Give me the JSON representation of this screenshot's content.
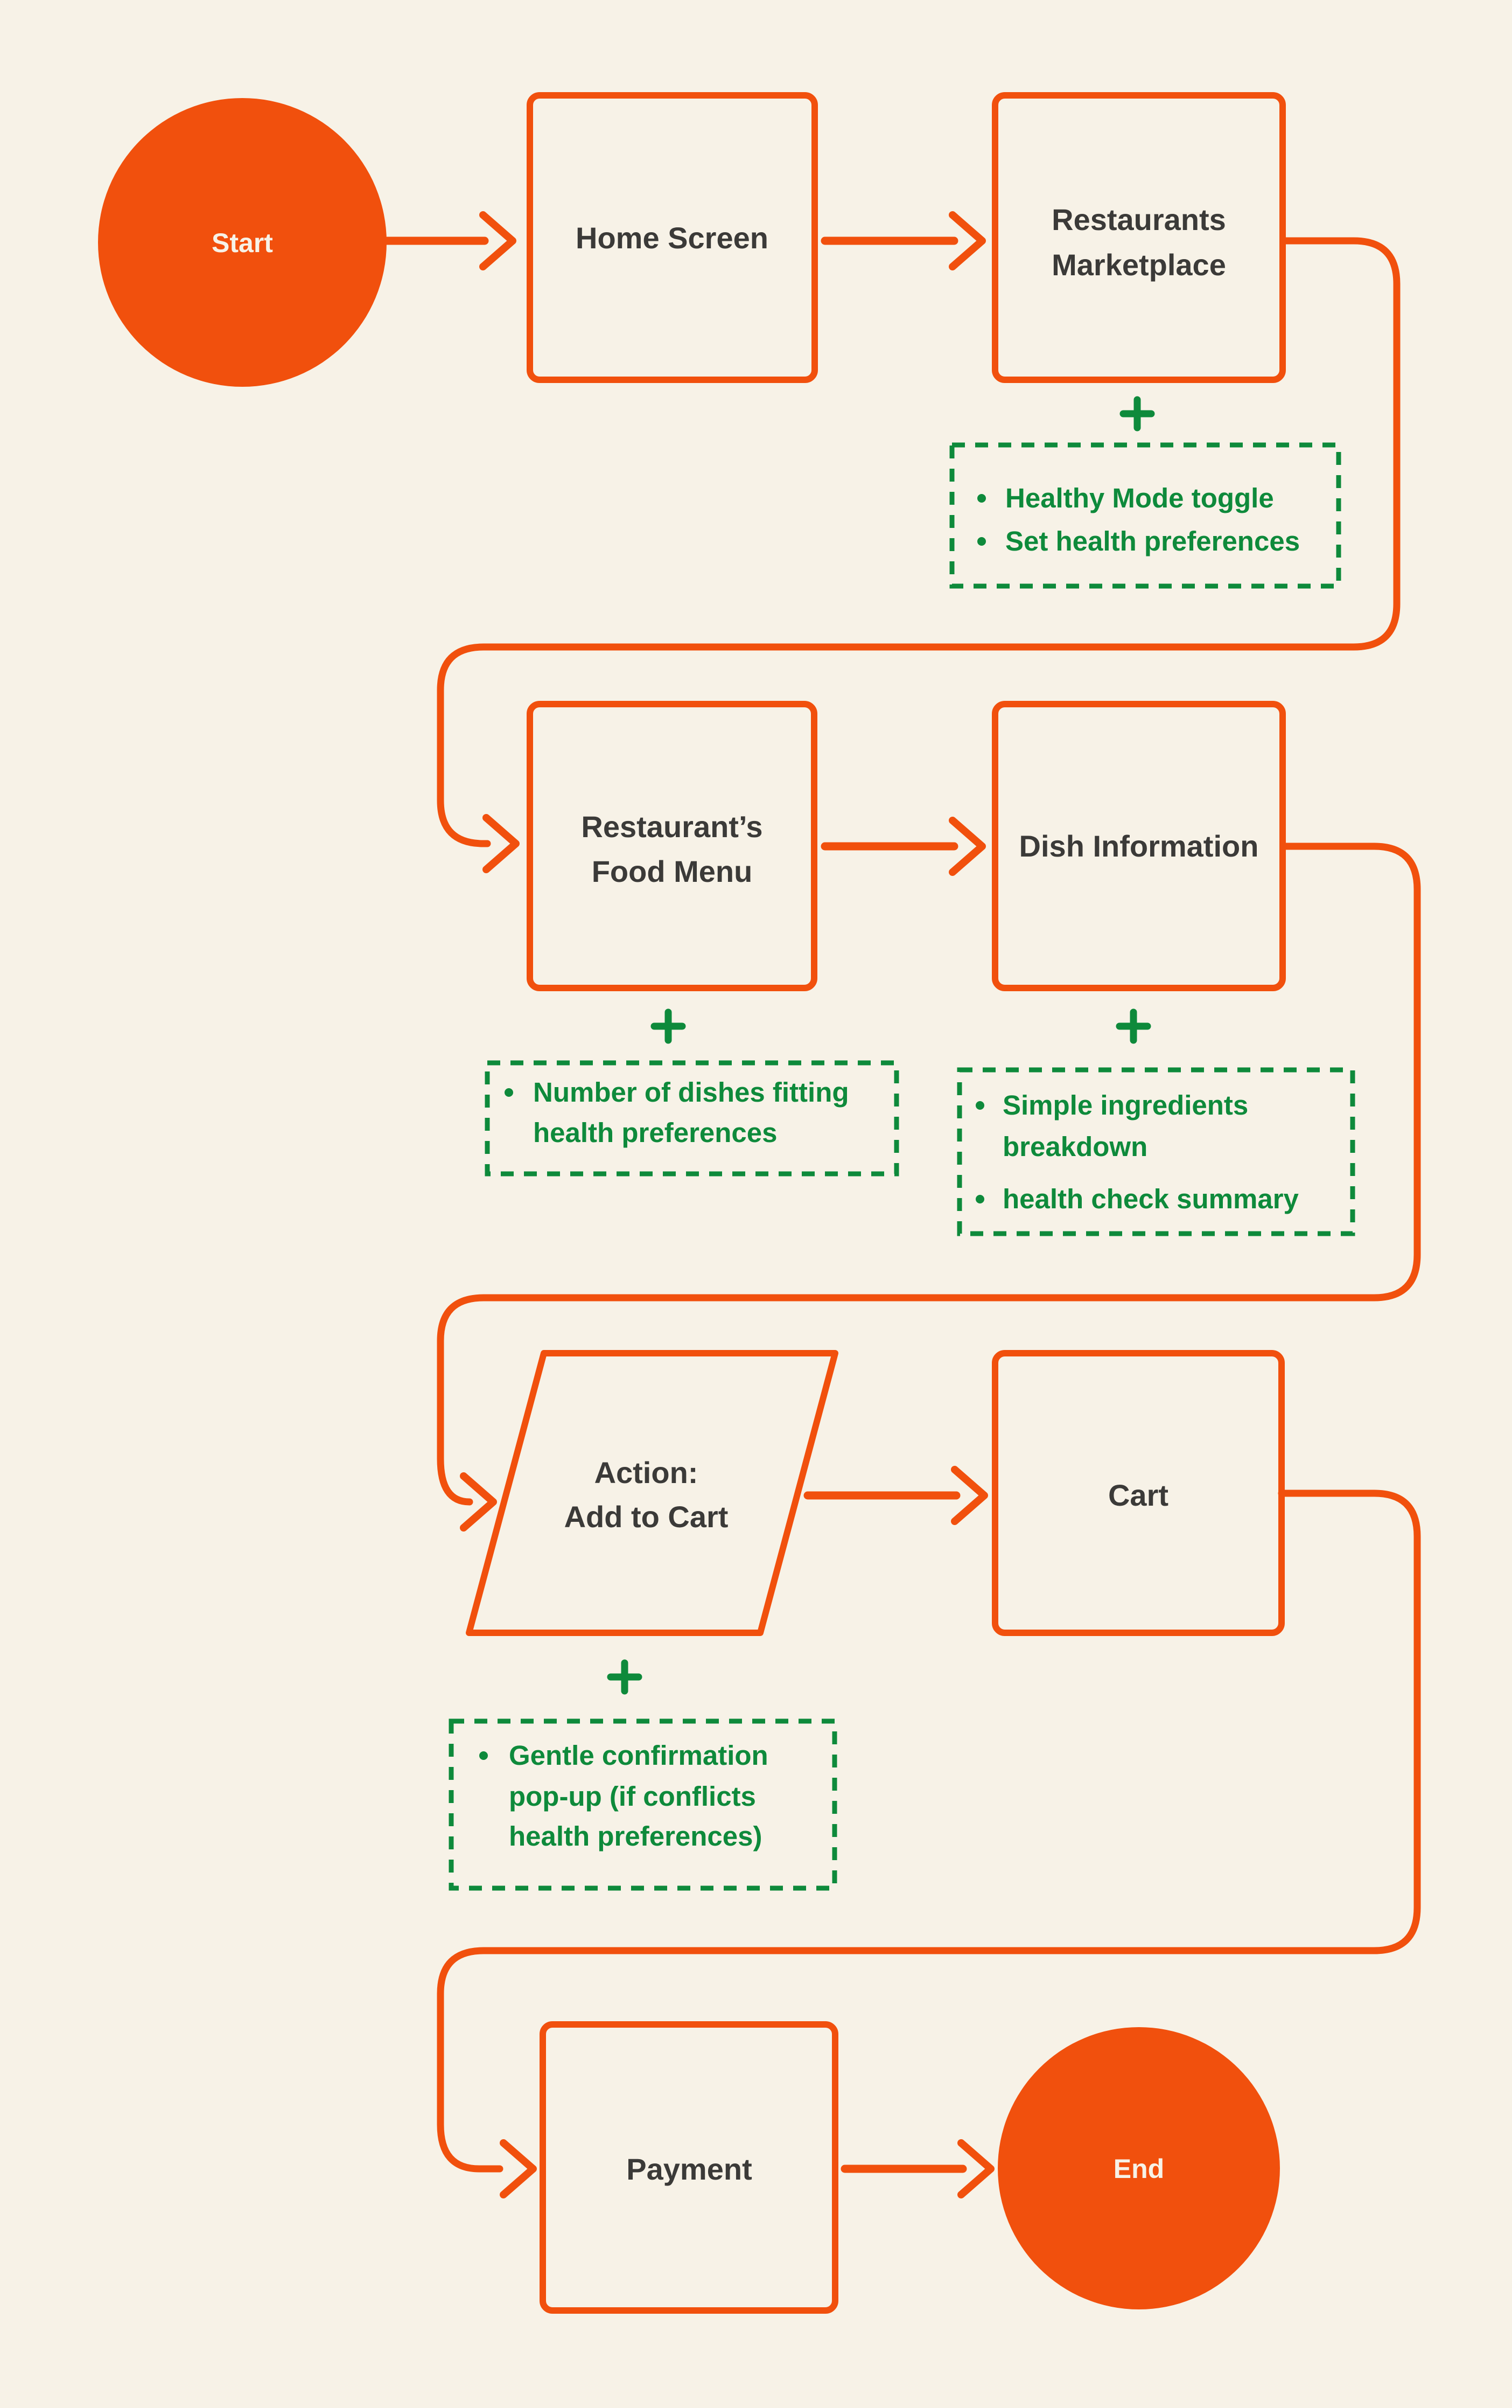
{
  "palette": {
    "background": "#F7F2E7",
    "accent_orange": "#F1500D",
    "note_green": "#0E8A3B",
    "label_dark": "#3B3A38",
    "terminal_text": "#F7F2E7"
  },
  "diagram": {
    "nodes": {
      "start": {
        "label": "Start",
        "shape": "circle"
      },
      "home_screen": {
        "label": "Home Screen",
        "shape": "rounded-rect"
      },
      "restaurants_marketplace": {
        "line1": "Restaurants",
        "line2": "Marketplace",
        "shape": "rounded-rect"
      },
      "restaurants_food_menu": {
        "line1": "Restaurant’s",
        "line2": "Food Menu",
        "shape": "rounded-rect"
      },
      "dish_information": {
        "label": "Dish Information",
        "shape": "rounded-rect"
      },
      "action_add_to_cart": {
        "line1": "Action:",
        "line2": "Add to Cart",
        "shape": "parallelogram"
      },
      "cart": {
        "label": "Cart",
        "shape": "rounded-rect"
      },
      "payment": {
        "label": "Payment",
        "shape": "rounded-rect"
      },
      "end": {
        "label": "End",
        "shape": "circle"
      }
    },
    "annotations": {
      "marketplace_features": {
        "plus_icon": "+",
        "lines": [
          {
            "bullet": true,
            "text": "Healthy Mode toggle"
          },
          {
            "bullet": true,
            "text": "Set health preferences"
          }
        ]
      },
      "menu_features": {
        "plus_icon": "+",
        "lines": [
          {
            "bullet": true,
            "text": "Number of dishes fitting"
          },
          {
            "bullet": false,
            "text": "health preferences"
          }
        ]
      },
      "dish_features": {
        "plus_icon": "+",
        "lines": [
          {
            "bullet": true,
            "text": "Simple ingredients"
          },
          {
            "bullet": false,
            "text": "breakdown"
          },
          {
            "bullet": true,
            "text": "health check summary"
          }
        ]
      },
      "action_features": {
        "plus_icon": "+",
        "lines": [
          {
            "bullet": true,
            "text": "Gentle confirmation"
          },
          {
            "bullet": false,
            "text": "pop-up (if conflicts"
          },
          {
            "bullet": false,
            "text": "health preferences)"
          }
        ]
      }
    }
  }
}
